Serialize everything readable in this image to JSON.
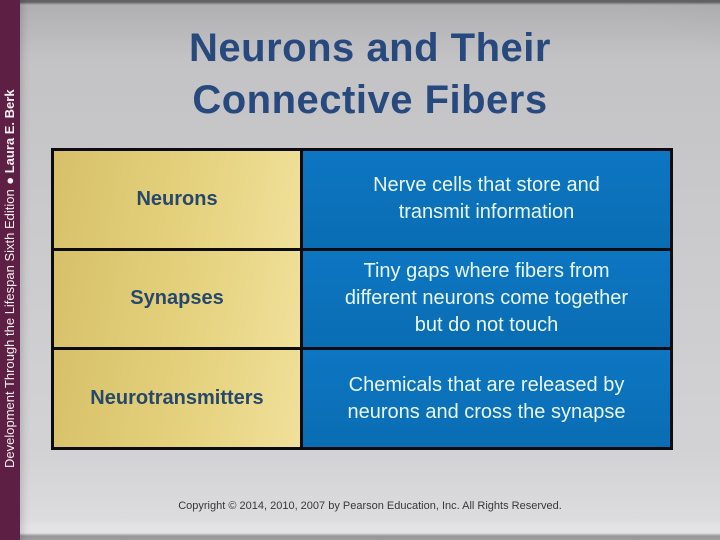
{
  "sidebar": {
    "book_title": "Development Through the Lifespan Sixth Edition",
    "author_with_bullet": "● Laura E. Berk"
  },
  "title": {
    "text": "Neurons and Their\nConnective Fibers"
  },
  "table": {
    "rows": [
      {
        "term": "Neurons",
        "definition": "Nerve cells that store and\ntransmit information"
      },
      {
        "term": "Synapses",
        "definition": "Tiny gaps where fibers from\ndifferent neurons come together\nbut do not touch"
      },
      {
        "term": "Neurotransmitters",
        "definition": "Chemicals that are released by\nneurons and cross the synapse"
      }
    ]
  },
  "footer": {
    "copyright": "Copyright © 2014, 2010, 2007 by Pearson Education, Inc. All Rights Reserved."
  },
  "colors": {
    "sidebar_maroon": "#5D1F44",
    "title_blue": "#28497D",
    "term_cell_tan": "#e5d27e",
    "definition_cell_blue": "#0B71BB",
    "term_text_navy": "#27486B",
    "definition_text": "#E9F7F5",
    "table_border": "#0c0c10",
    "background_gray": "#cacacc"
  }
}
